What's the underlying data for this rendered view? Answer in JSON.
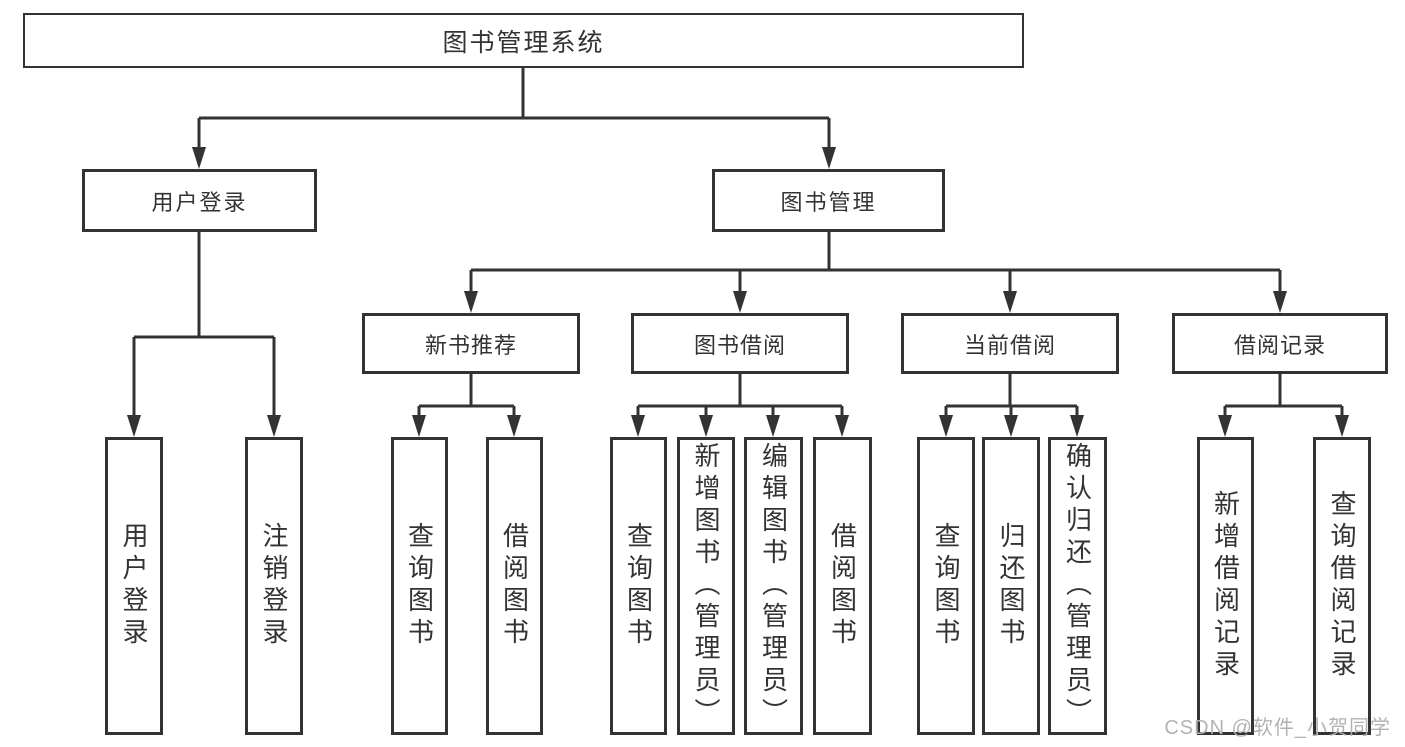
{
  "tree": {
    "root": "图书管理系统",
    "children": [
      {
        "label": "用户登录",
        "children": [
          "用户登录",
          "注销登录"
        ]
      },
      {
        "label": "图书管理",
        "children": [
          {
            "label": "新书推荐",
            "children": [
              "查询图书",
              "借阅图书"
            ]
          },
          {
            "label": "图书借阅",
            "children": [
              "查询图书",
              "新增图书（管理员）",
              "编辑图书（管理员）",
              "借阅图书"
            ]
          },
          {
            "label": "当前借阅",
            "children": [
              "查询图书",
              "归还图书",
              "确认归还（管理员）"
            ]
          },
          {
            "label": "借阅记录",
            "children": [
              "新增借阅记录",
              "查询借阅记录"
            ]
          }
        ]
      }
    ]
  },
  "watermark": "CSDN @软件_小贺同学",
  "colors": {
    "line": "#333333",
    "box_border": "#333333",
    "text": "#333333",
    "watermark": "#b3b3b3",
    "background": "#ffffff"
  }
}
